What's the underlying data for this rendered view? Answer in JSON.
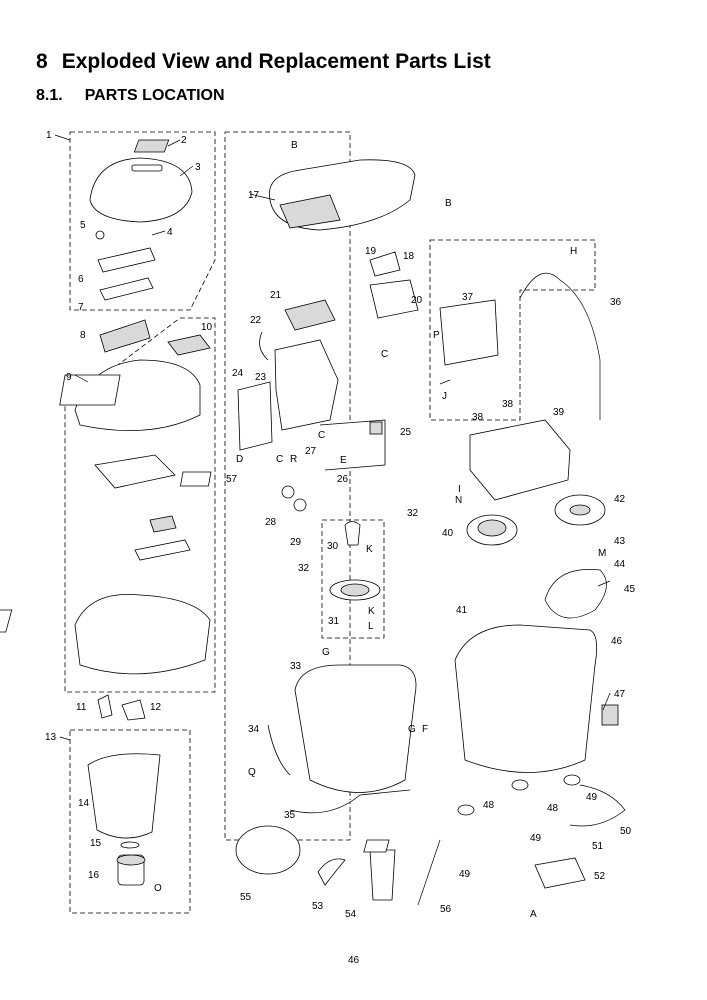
{
  "heading": {
    "section_number": "8",
    "section_title": "Exploded View and Replacement Parts List",
    "subsection_number": "8.1.",
    "subsection_title": "PARTS LOCATION"
  },
  "diagram": {
    "callouts": [
      "1",
      "2",
      "3",
      "4",
      "5",
      "6",
      "7",
      "8",
      "9",
      "10",
      "11",
      "12",
      "13",
      "14",
      "15",
      "16",
      "17",
      "18",
      "19",
      "20",
      "21",
      "22",
      "23",
      "24",
      "25",
      "26",
      "27",
      "28",
      "29",
      "30",
      "31",
      "32",
      "32",
      "33",
      "34",
      "35",
      "36",
      "37",
      "38",
      "38",
      "39",
      "40",
      "41",
      "42",
      "43",
      "44",
      "45",
      "46",
      "47",
      "48",
      "48",
      "49",
      "49",
      "49",
      "50",
      "51",
      "52",
      "53",
      "54",
      "55",
      "56",
      "57"
    ],
    "letters": [
      "A",
      "B",
      "B",
      "C",
      "C",
      "C",
      "D",
      "E",
      "F",
      "G",
      "G",
      "H",
      "I",
      "J",
      "K",
      "K",
      "L",
      "M",
      "N",
      "O",
      "P",
      "Q",
      "R"
    ]
  },
  "footer": {
    "page_number": "46"
  }
}
